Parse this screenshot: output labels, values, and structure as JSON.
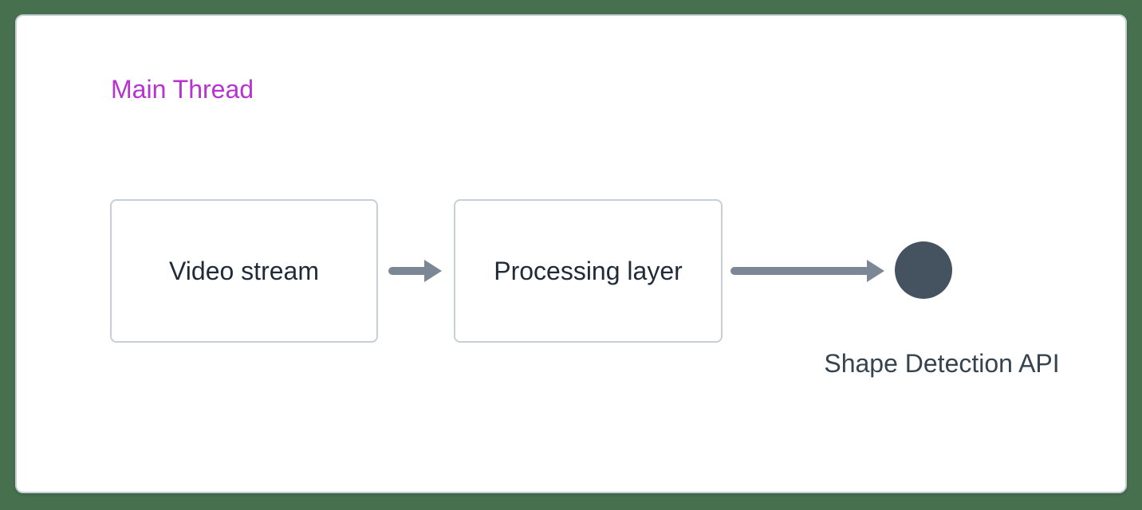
{
  "diagram": {
    "lane_label": "Main Thread",
    "nodes": [
      {
        "id": "video-stream",
        "label": "Video stream"
      },
      {
        "id": "processing-layer",
        "label": "Processing layer"
      }
    ],
    "connectors": [
      {
        "from": "video-stream",
        "to": "processing-layer",
        "type": "arrow-right"
      },
      {
        "from": "processing-layer",
        "to": "shape-detection-api",
        "type": "arrow-right"
      }
    ],
    "endpoint": {
      "id": "shape-detection-api",
      "shape": "circle",
      "label": "Shape Detection API"
    },
    "colors": {
      "canvas_background": "#47704f",
      "panel_background": "#ffffff",
      "panel_border": "#c7d0d9",
      "node_border": "#c6cfd8",
      "node_text": "#1f2b38",
      "lane_label": "#b733d1",
      "arrow": "#7b8794",
      "endpoint_circle": "#455361",
      "endpoint_text": "#36444f"
    }
  }
}
